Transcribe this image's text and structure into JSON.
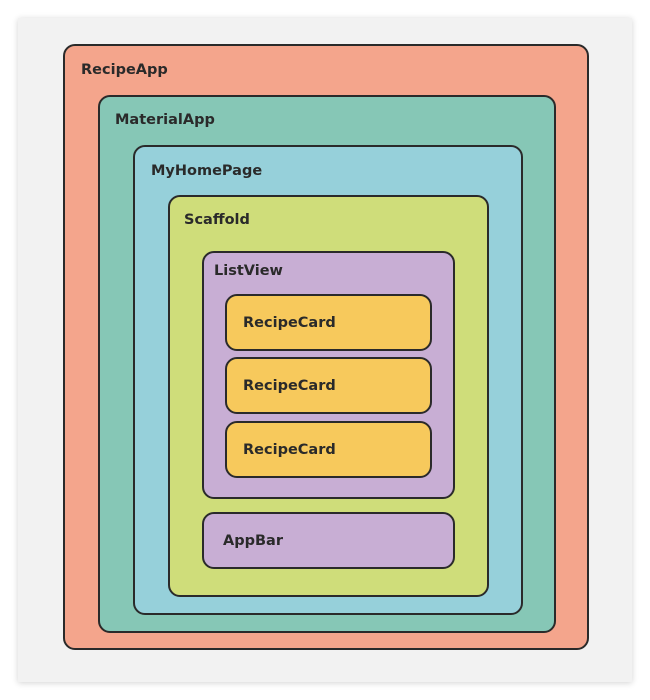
{
  "diagram": {
    "colors": {
      "recipe_app": "#f4a58c",
      "material_app": "#86c7b6",
      "my_home_page": "#96d0da",
      "scaffold": "#cfdd7a",
      "list_view": "#c8aed4",
      "recipe_card": "#f7c95c",
      "app_bar": "#c8aed4",
      "border": "#2a2a2a"
    },
    "recipe_app": {
      "label": "RecipeApp"
    },
    "material_app": {
      "label": "MaterialApp"
    },
    "my_home_page": {
      "label": "MyHomePage"
    },
    "scaffold": {
      "label": "Scaffold"
    },
    "list_view": {
      "label": "ListView",
      "cards": [
        {
          "label": "RecipeCard"
        },
        {
          "label": "RecipeCard"
        },
        {
          "label": "RecipeCard"
        }
      ]
    },
    "app_bar": {
      "label": "AppBar"
    }
  }
}
